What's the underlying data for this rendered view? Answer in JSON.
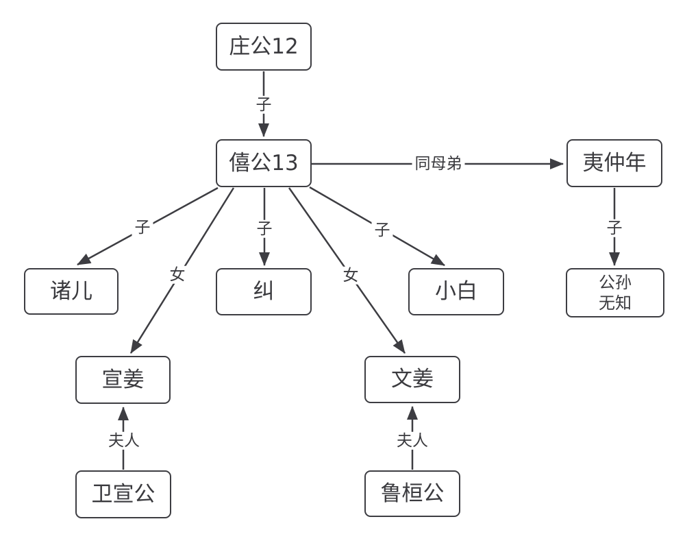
{
  "diagram": {
    "type": "family-tree-flowchart",
    "background_color": "#ffffff",
    "stroke_color": "#3d3d42",
    "text_color": "#3a3a3e",
    "nodes": {
      "zhuanggong": {
        "label": "庄公12"
      },
      "xigong": {
        "label": "僖公13"
      },
      "yizhongnian": {
        "label": "夷仲年"
      },
      "zhuer": {
        "label": "诸儿"
      },
      "jiu": {
        "label": "纠"
      },
      "xiaobai": {
        "label": "小白"
      },
      "gongsunwuzhi": {
        "label": "公孙\n无知"
      },
      "xuanjiang": {
        "label": "宣姜"
      },
      "wenjiang": {
        "label": "文姜"
      },
      "weixuangong": {
        "label": "卫宣公"
      },
      "luhuangong": {
        "label": "鲁桓公"
      }
    },
    "edges": {
      "e_zhuang_xi": {
        "from": "zhuanggong",
        "to": "xigong",
        "label": "子"
      },
      "e_xi_yi": {
        "from": "xigong",
        "to": "yizhongnian",
        "label": "同母弟"
      },
      "e_yi_gongsun": {
        "from": "yizhongnian",
        "to": "gongsunwuzhi",
        "label": "子"
      },
      "e_xi_zhuer": {
        "from": "xigong",
        "to": "zhuer",
        "label": "子"
      },
      "e_xi_xuanjiang": {
        "from": "xigong",
        "to": "xuanjiang",
        "label": "女"
      },
      "e_xi_jiu": {
        "from": "xigong",
        "to": "jiu",
        "label": "子"
      },
      "e_xi_wenjiang": {
        "from": "xigong",
        "to": "wenjiang",
        "label": "女"
      },
      "e_xi_xiaobai": {
        "from": "xigong",
        "to": "xiaobai",
        "label": "子"
      },
      "e_wei_xuan": {
        "from": "weixuangong",
        "to": "xuanjiang",
        "label": "夫人"
      },
      "e_lu_wen": {
        "from": "luhuangong",
        "to": "wenjiang",
        "label": "夫人"
      }
    }
  }
}
